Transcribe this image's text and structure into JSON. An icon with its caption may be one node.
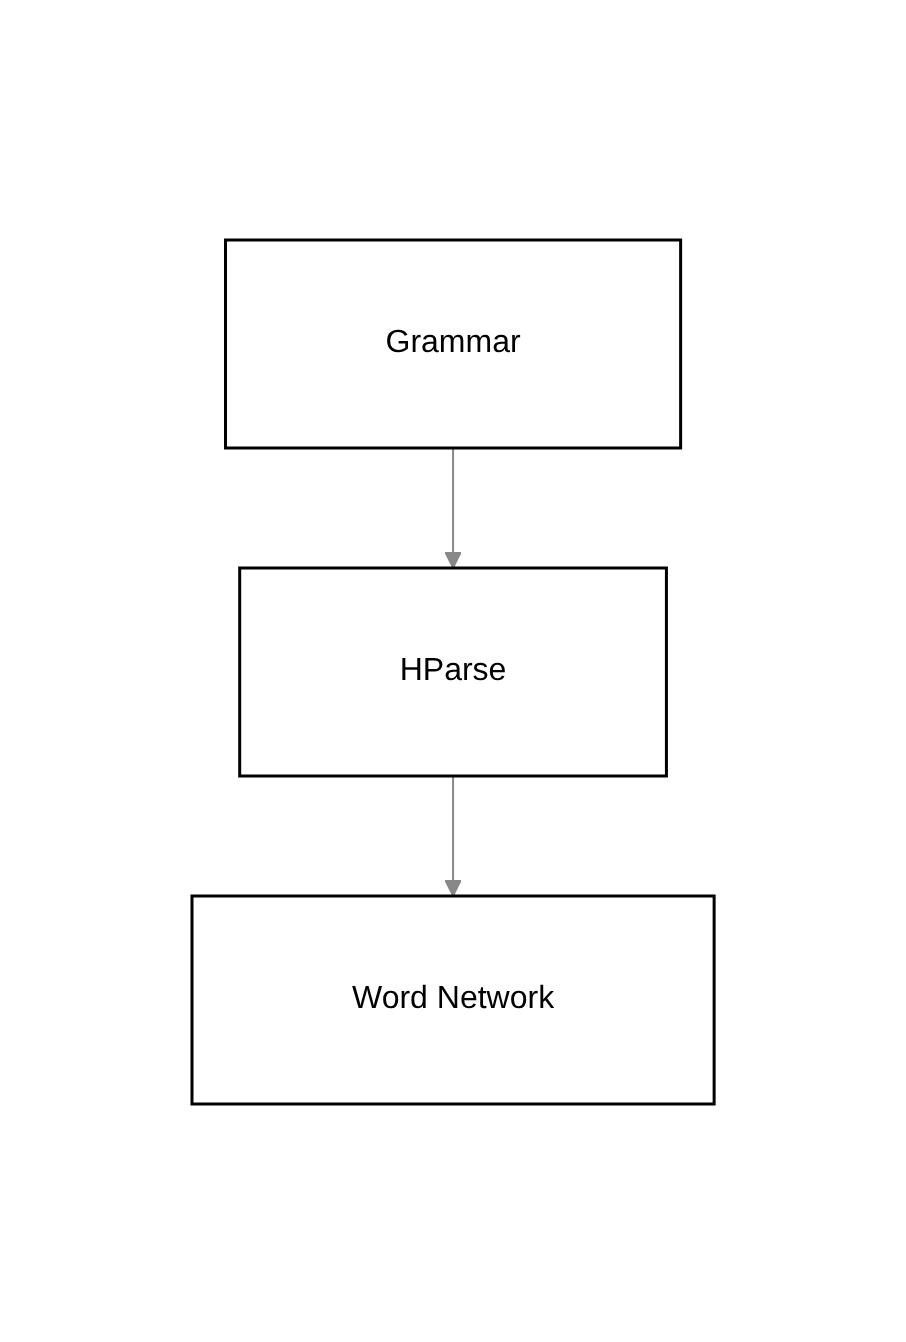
{
  "diagram": {
    "nodes": [
      {
        "text": [
          "Grammar"
        ]
      },
      {
        "text": [
          "HParse"
        ]
      },
      {
        "text": [
          "Word Network"
        ]
      }
    ],
    "edges": [
      {
        "from": 0,
        "to": 1,
        "arrow": "to"
      },
      {
        "from": 1,
        "to": 2,
        "arrow": "to"
      }
    ]
  }
}
